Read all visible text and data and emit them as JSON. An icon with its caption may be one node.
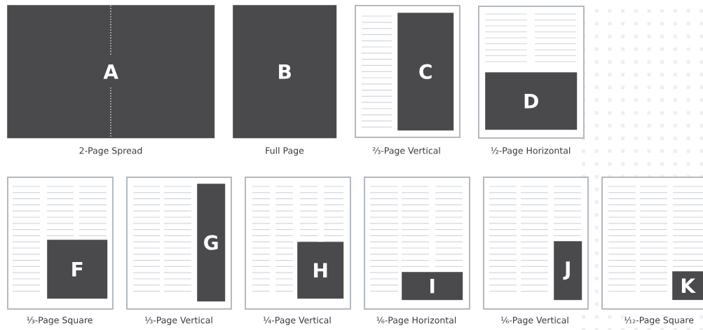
{
  "diagram": {
    "nodes": [
      {
        "text": [
          "A"
        ],
        "beside": [
          "2-Page Spread"
        ]
      },
      {
        "text": [
          "B"
        ],
        "beside": [
          "Full Page"
        ]
      },
      {
        "text": [],
        "shape": "box",
        "beside": [
          "⅔-Page Vertical"
        ]
      },
      {
        "text": [
          "C"
        ],
        "in": 2
      },
      {
        "text": [],
        "shape": "box",
        "beside": [
          "½-Page Horizontal"
        ]
      },
      {
        "text": [
          "D"
        ],
        "in": 4
      },
      {
        "text": [],
        "shape": "box",
        "beside": [
          "⅓-Page Square"
        ]
      },
      {
        "text": [
          "F"
        ],
        "in": 6
      },
      {
        "text": [],
        "shape": "box",
        "beside": [
          "⅓-Page Vertical"
        ]
      },
      {
        "text": [
          "G"
        ],
        "in": 8
      },
      {
        "text": [],
        "shape": "box",
        "beside": [
          "¼-Page Vertical"
        ]
      },
      {
        "text": [
          "H"
        ],
        "in": 10
      },
      {
        "text": [],
        "shape": "box",
        "beside": [
          "⅙-Page Horizontal"
        ]
      },
      {
        "text": [
          "I"
        ],
        "in": 12
      },
      {
        "text": [],
        "shape": "box",
        "beside": [
          "⅙-Page Vertical"
        ]
      },
      {
        "text": [
          "J"
        ],
        "in": 14
      },
      {
        "text": [],
        "shape": "box",
        "beside": [
          "¹⁄₁₂-Page Square"
        ]
      },
      {
        "text": [
          "K"
        ],
        "in": 16
      }
    ]
  }
}
